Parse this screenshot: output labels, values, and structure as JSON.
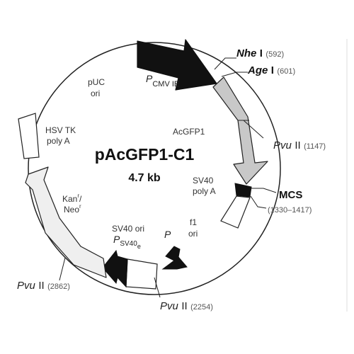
{
  "plasmid": {
    "name": "pAcGFP1-C1",
    "size": "4.7 kb"
  },
  "features": {
    "pcmv_p": "P",
    "pcmv_sub": "CMV IE",
    "acgfp1": "AcGFP1",
    "sv40_polya_1": "SV40",
    "sv40_polya_2": "poly A",
    "f1_1": "f1",
    "f1_2": "ori",
    "p_promoter": "P",
    "sv40ori_1": "SV40 ori",
    "psv40_p": "P",
    "psv40_sub": "SV40",
    "psv40_subsub": "e",
    "kan_1": "Kan",
    "kan_sup": "r",
    "kan_slash": "/",
    "neo_2": "Neo",
    "neo_sup": "r",
    "hsvtk_1": "HSV TK",
    "hsvtk_2": "poly A",
    "puc_1": "pUC",
    "puc_2": "ori"
  },
  "sites": {
    "nhe": {
      "name": "Nhe",
      "roman": "I",
      "pos": "(592)"
    },
    "age": {
      "name": "Age",
      "roman": "I",
      "pos": "(601)"
    },
    "pvu_1147": {
      "name": "Pvu",
      "roman": "II",
      "pos": "(1147)"
    },
    "mcs": {
      "name": "MCS",
      "pos": "(1330–1417)"
    },
    "pvu_2254": {
      "name": "Pvu",
      "roman": "II",
      "pos": "(2254)"
    },
    "pvu_2862": {
      "name": "Pvu",
      "roman": "II",
      "pos": "(2862)"
    }
  }
}
